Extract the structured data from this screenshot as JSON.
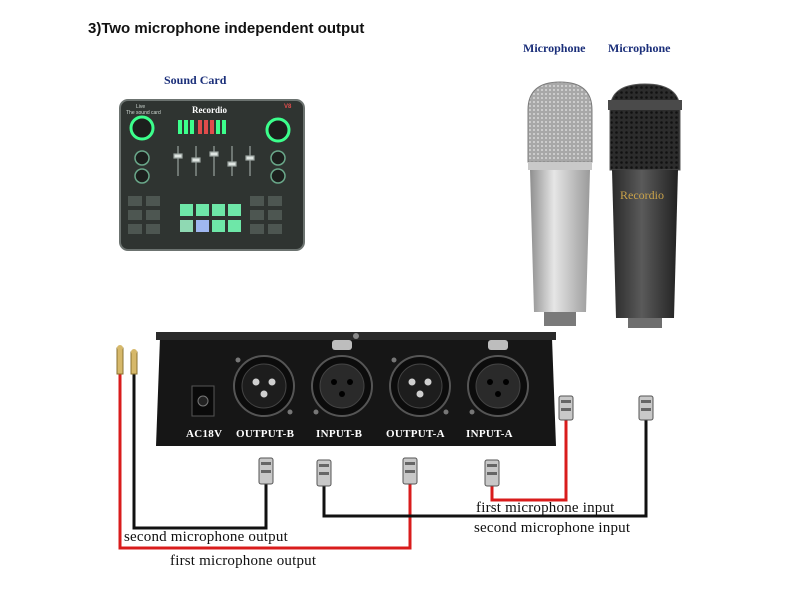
{
  "heading": "3)Two microphone independent output",
  "sound_card": {
    "caption": "Sound Card",
    "brand": "Recordio",
    "live_line1": "Live",
    "live_line2": "The sound card",
    "badge": "V8"
  },
  "microphones": [
    {
      "caption": "Microphone",
      "color": "#b9b9b9"
    },
    {
      "caption": "Microphone",
      "color": "#3a3a3a",
      "brand": "Recordio"
    }
  ],
  "splitter_box": {
    "ports": [
      {
        "label": "AC18V",
        "type": "power"
      },
      {
        "label": "OUTPUT-B",
        "type": "xlr-male"
      },
      {
        "label": "INPUT-B",
        "type": "xlr-female"
      },
      {
        "label": "OUTPUT-A",
        "type": "xlr-male"
      },
      {
        "label": "INPUT-A",
        "type": "xlr-female"
      }
    ]
  },
  "wires": {
    "first_input": "first microphone input",
    "second_input": "second microphone input",
    "second_output": "second microphone output",
    "first_output": "first microphone output"
  },
  "colors": {
    "first_wire": "#d91c1c",
    "second_wire": "#111111",
    "box": "#161616",
    "card_bg": "#2f3431",
    "card_accent": "#3cff8c"
  }
}
